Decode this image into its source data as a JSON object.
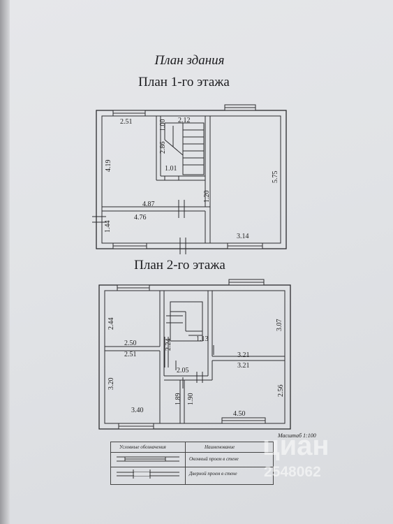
{
  "titles": {
    "building_plan": "План здания",
    "floor1": "План 1-го этажа",
    "floor2": "План 2-го этажа"
  },
  "floor1_dims": [
    "2.51",
    "2.12",
    "1.00",
    "2.86",
    "4.19",
    "1.01",
    "1.20",
    "5.75",
    "4.87",
    "4.76",
    "1.44",
    "3.14"
  ],
  "floor2_dims": [
    "2.44",
    "3.07",
    "2.50",
    "2.24",
    "1.13",
    "3.21",
    "2.51",
    "2.05",
    "3.21",
    "3.20",
    "1.89",
    "1.90",
    "2.56",
    "3.40",
    "4.50"
  ],
  "scale": "Масштаб 1:100",
  "legend": {
    "col1_header": "Условные обозначения",
    "col2_header": "Наименование",
    "window_text": "Оконный проем в стене",
    "door_text": "Дверной проем в стене"
  },
  "watermark": {
    "brand": "циан",
    "id": "2548062"
  }
}
